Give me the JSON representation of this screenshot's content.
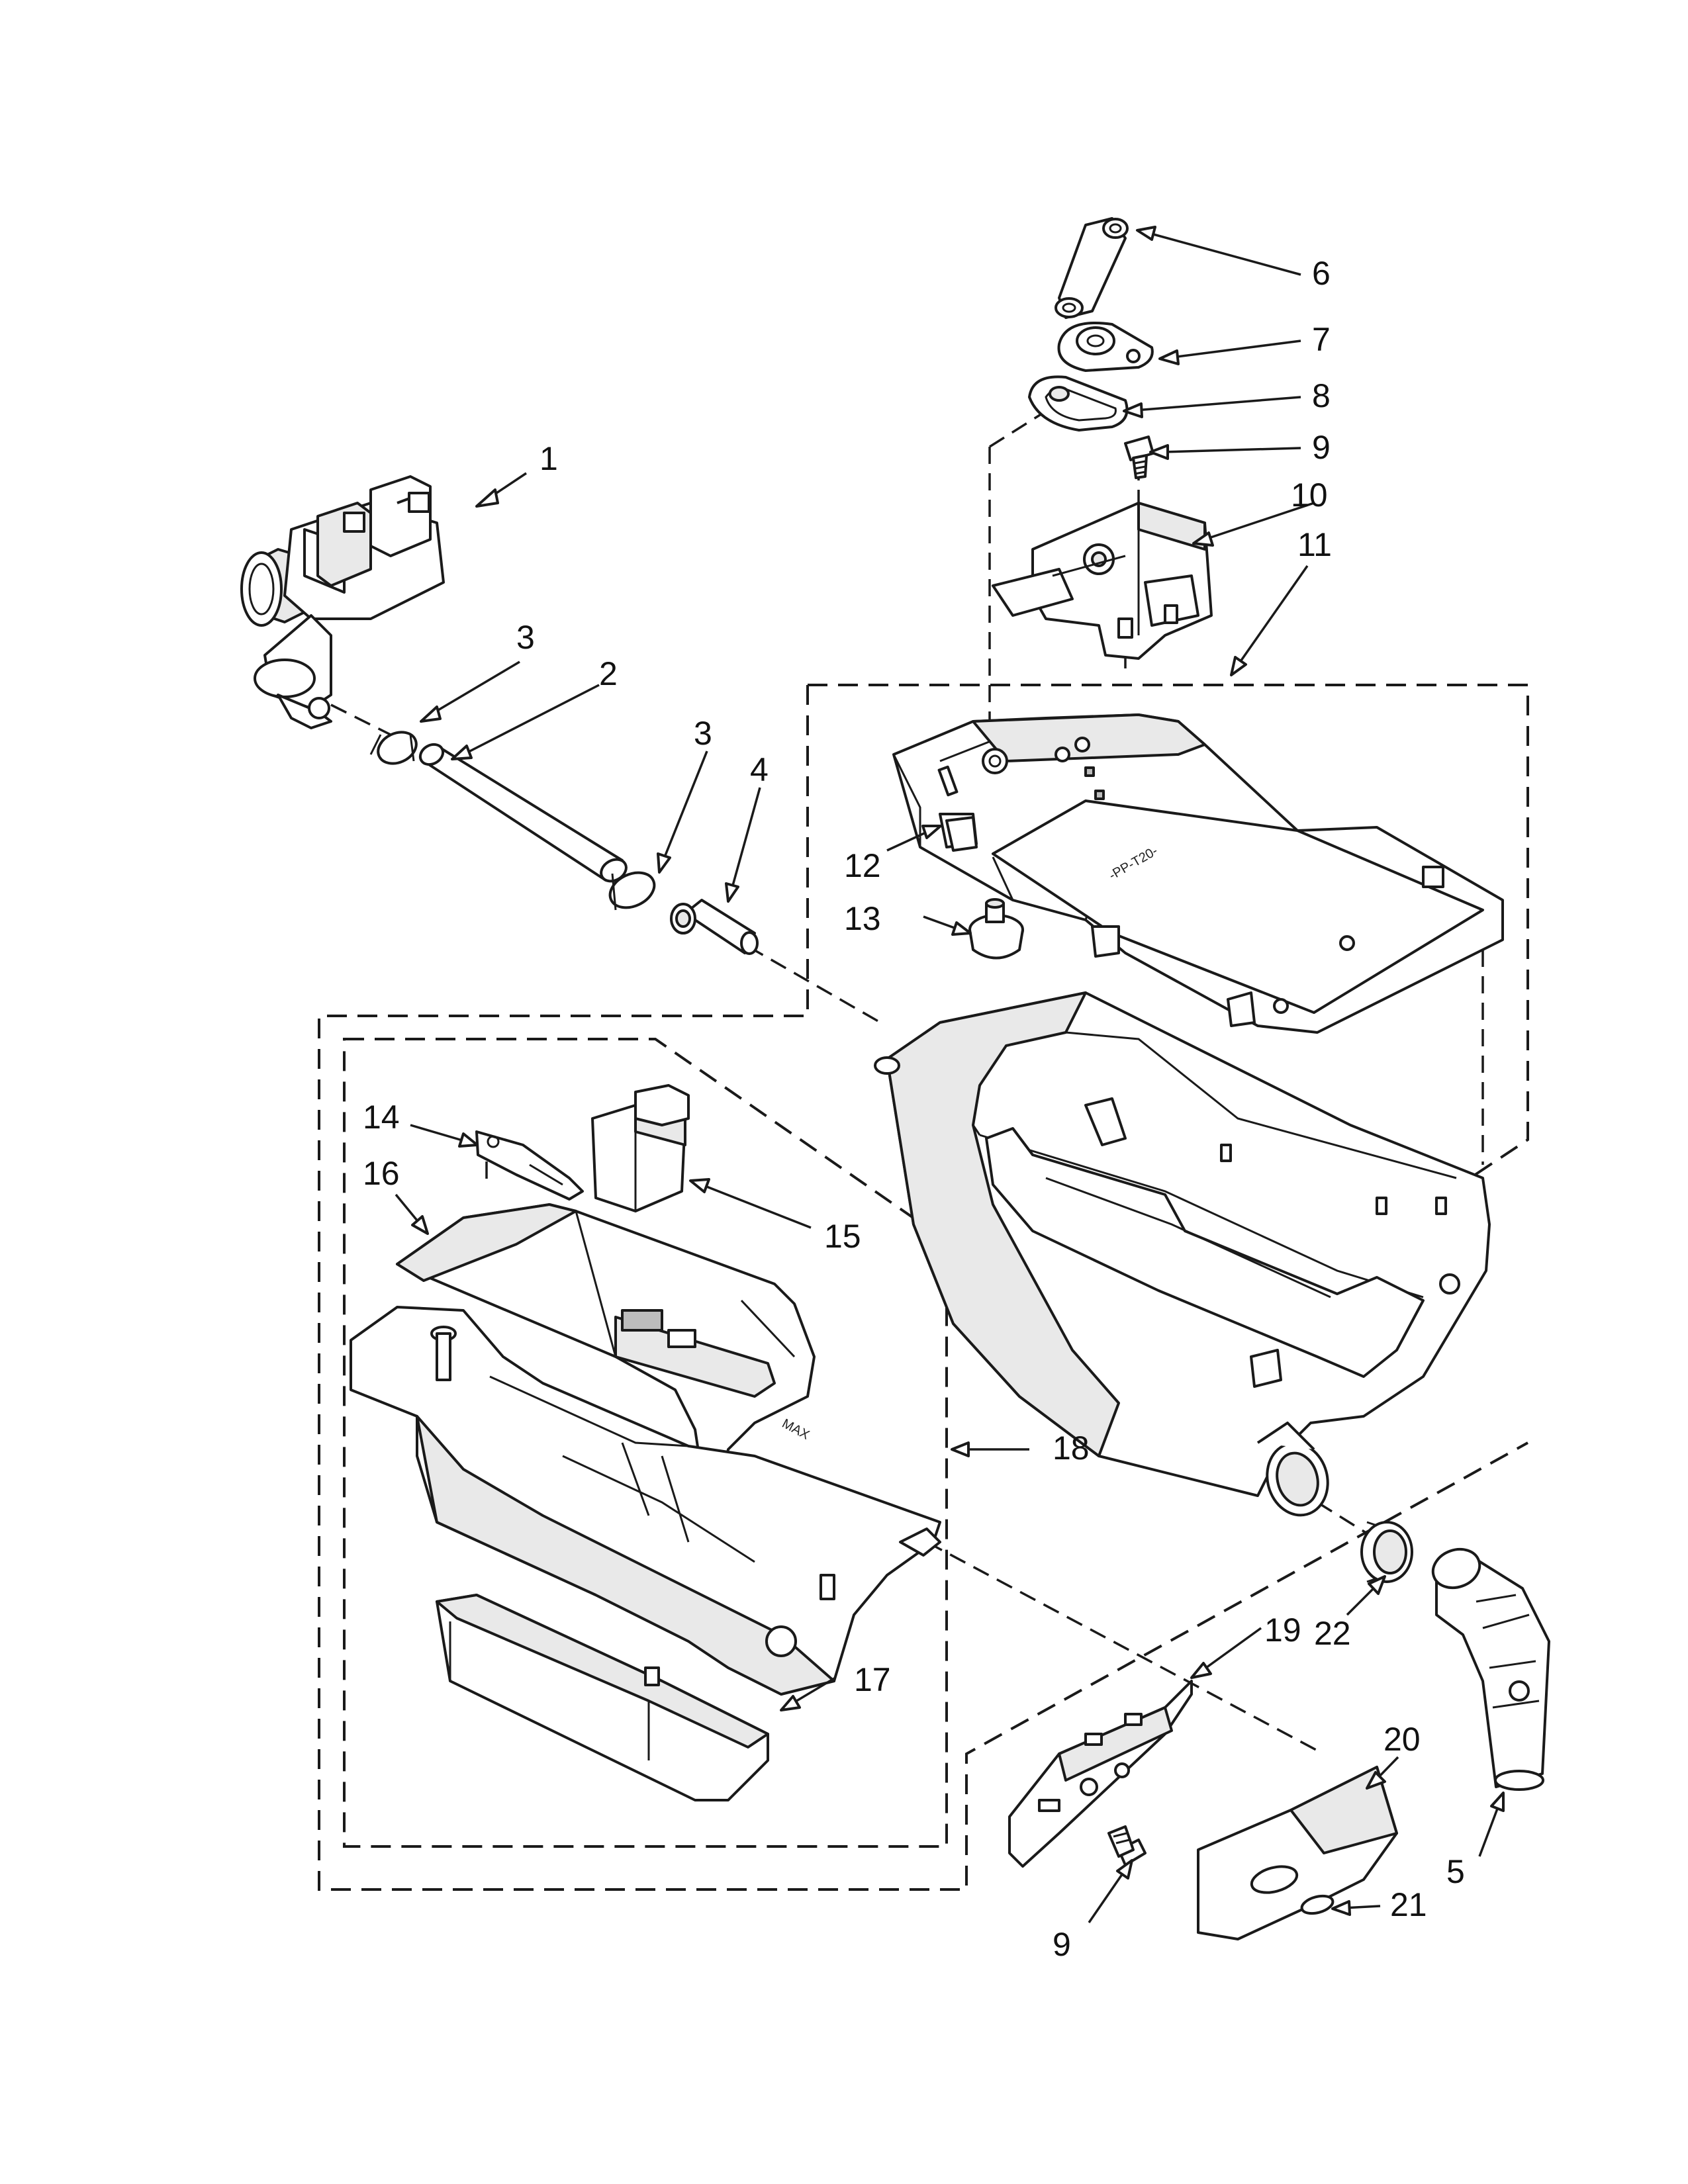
{
  "callouts": [
    {
      "id": "c1",
      "number": "1"
    },
    {
      "id": "c2",
      "number": "2"
    },
    {
      "id": "c3a",
      "number": "3"
    },
    {
      "id": "c3b",
      "number": "3"
    },
    {
      "id": "c4",
      "number": "4"
    },
    {
      "id": "c5",
      "number": "5"
    },
    {
      "id": "c6",
      "number": "6"
    },
    {
      "id": "c7",
      "number": "7"
    },
    {
      "id": "c8",
      "number": "8"
    },
    {
      "id": "c9a",
      "number": "9"
    },
    {
      "id": "c9b",
      "number": "9"
    },
    {
      "id": "c10",
      "number": "10"
    },
    {
      "id": "c11",
      "number": "11"
    },
    {
      "id": "c12",
      "number": "12"
    },
    {
      "id": "c13",
      "number": "13"
    },
    {
      "id": "c14",
      "number": "14"
    },
    {
      "id": "c15",
      "number": "15"
    },
    {
      "id": "c16",
      "number": "16"
    },
    {
      "id": "c17",
      "number": "17"
    },
    {
      "id": "c18",
      "number": "18"
    },
    {
      "id": "c19",
      "number": "19"
    },
    {
      "id": "c20",
      "number": "20"
    },
    {
      "id": "c21",
      "number": "21"
    },
    {
      "id": "c22",
      "number": "22"
    }
  ],
  "markings": {
    "drawer_max": "MAX",
    "cover_text": "-PP-T20-"
  },
  "colors": {
    "line": "#1a1a1a",
    "background": "#ffffff",
    "shade": "#e9e9e9"
  }
}
